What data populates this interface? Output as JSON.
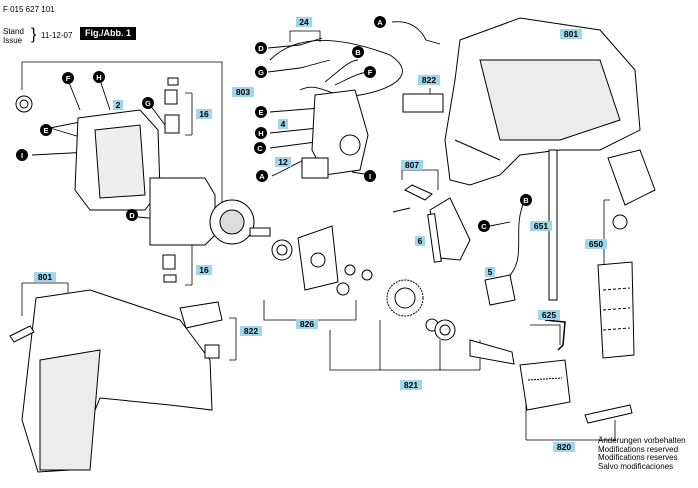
{
  "header": {
    "doc_number": "F 015 627 101",
    "stand_label": "Stand",
    "issue_label": "Issue",
    "date": "11-12-07",
    "figure_label": "Fig./Abb. 1"
  },
  "notes": [
    "Änderungen vorbehalten",
    "Modifications reserved",
    "Modifications reserves",
    "Salvo modificaciones"
  ],
  "callouts": {
    "c24": "24",
    "c801a": "801",
    "c803": "803",
    "c2": "2",
    "c16a": "16",
    "c16b": "16",
    "c822a": "822",
    "c822b": "822",
    "c4": "4",
    "c12": "12",
    "c807": "807",
    "c6": "6",
    "c5": "5",
    "c651": "651",
    "c650": "650",
    "c625": "625",
    "c826": "826",
    "c821": "821",
    "c820": "820",
    "c801b": "801"
  },
  "letters": {
    "A": "A",
    "B": "B",
    "C": "C",
    "D": "D",
    "E": "E",
    "F": "F",
    "G": "G",
    "H": "H",
    "I": "I"
  },
  "colors": {
    "callout_fill": "#9fd6ec",
    "line": "#000000",
    "part_fill": "#ffffff",
    "grey": "#c9c9c9"
  }
}
